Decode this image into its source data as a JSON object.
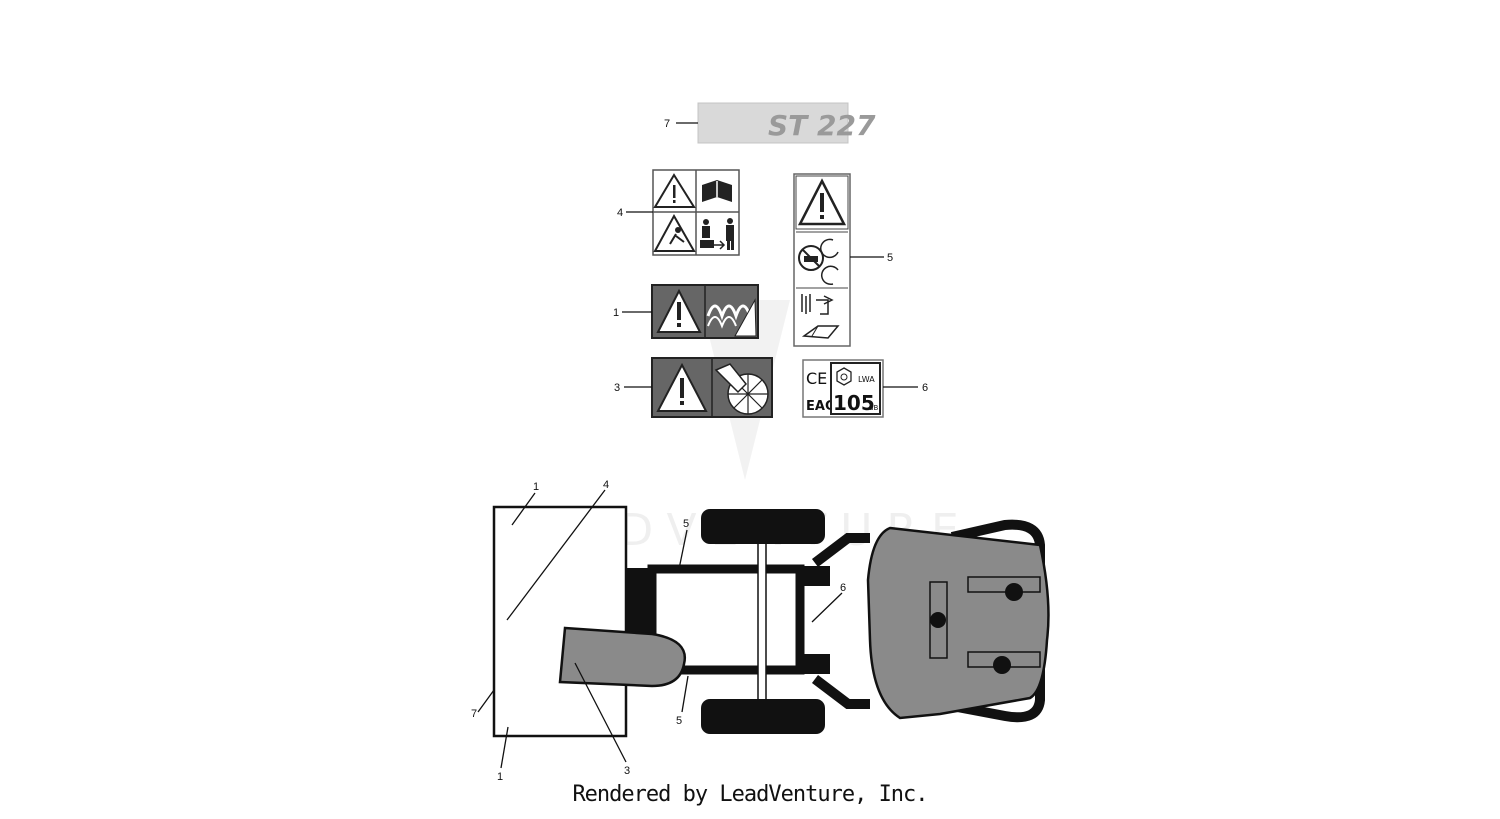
{
  "footer": {
    "text": "Rendered by LeadVenture, Inc."
  },
  "watermark": {
    "text": "LEADVENTURE"
  },
  "decals": {
    "model_text": "ST 227",
    "noise_unit": "LWA",
    "noise_value": "105",
    "noise_db": "dB",
    "ce_mark": "CE",
    "eac_mark": "EAC"
  },
  "callouts": {
    "decal_7": "7",
    "decal_4": "4",
    "decal_5": "5",
    "decal_1": "1",
    "decal_3": "3",
    "decal_6": "6",
    "machine_1_top": "1",
    "machine_4_top": "4",
    "machine_5_top": "5",
    "machine_6": "6",
    "machine_7": "7",
    "machine_1_bottom": "1",
    "machine_3": "3",
    "machine_5_bottom": "5"
  }
}
